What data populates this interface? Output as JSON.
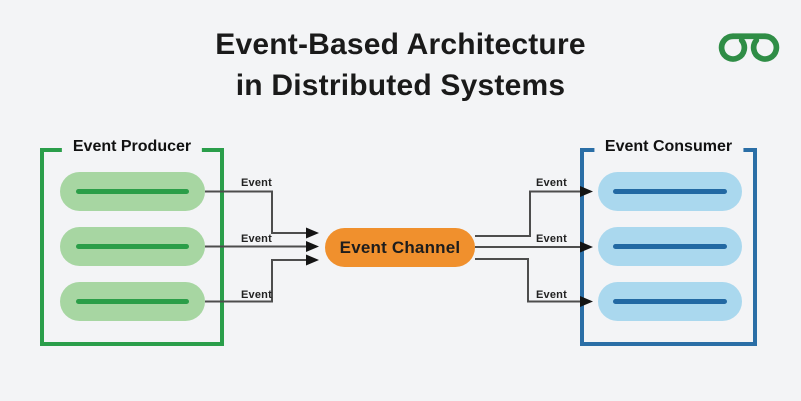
{
  "title": {
    "line1": "Event-Based Architecture",
    "line2": "in Distributed Systems"
  },
  "logo": {
    "name": "GeeksforGeeks logo",
    "color": "#2f8d46"
  },
  "producer": {
    "title": "Event Producer",
    "bracket_color": "#2a9e4a",
    "pill_fill": "#a7d6a2",
    "pill_line_color": "#2b9e48",
    "pill_count": 3
  },
  "consumer": {
    "title": "Event Consumer",
    "bracket_color": "#2a6ea6",
    "pill_fill": "#aad8ee",
    "pill_line_color": "#2269a3",
    "pill_count": 3
  },
  "channel": {
    "label": "Event Channel",
    "fill": "#f0902d",
    "text_color": "#1d1d1d"
  },
  "arrows": {
    "line_color": "#4d4d4d",
    "head_color": "#141414",
    "left": [
      {
        "label": "Event"
      },
      {
        "label": "Event"
      },
      {
        "label": "Event"
      }
    ],
    "right": [
      {
        "label": "Event"
      },
      {
        "label": "Event"
      },
      {
        "label": "Event"
      }
    ]
  },
  "background": "#f3f4f6"
}
